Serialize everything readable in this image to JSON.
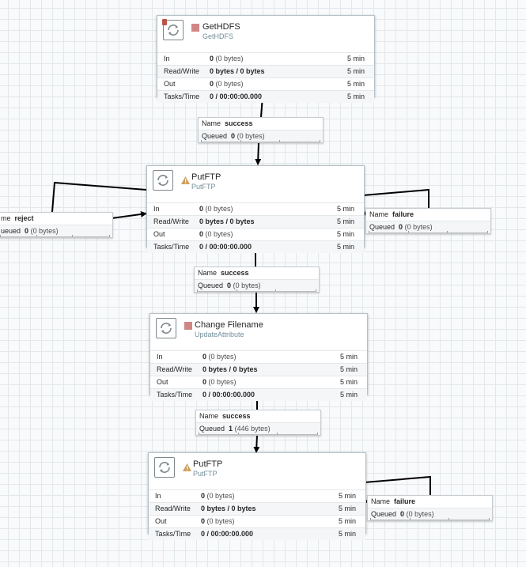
{
  "processors": [
    {
      "name": "GetHDFS",
      "type": "GetHDFS",
      "status": "stopped",
      "badge": true,
      "stats": [
        {
          "label": "In",
          "value": "0",
          "detail": "(0 bytes)",
          "window": "5 min"
        },
        {
          "label": "Read/Write",
          "value": "0 bytes / 0 bytes",
          "detail": "",
          "window": "5 min"
        },
        {
          "label": "Out",
          "value": "0",
          "detail": "(0 bytes)",
          "window": "5 min"
        },
        {
          "label": "Tasks/Time",
          "value": "0 / 00:00:00.000",
          "detail": "",
          "window": "5 min"
        }
      ]
    },
    {
      "name": "PutFTP",
      "type": "PutFTP",
      "status": "invalid",
      "badge": false,
      "stats": [
        {
          "label": "In",
          "value": "0",
          "detail": "(0 bytes)",
          "window": "5 min"
        },
        {
          "label": "Read/Write",
          "value": "0 bytes / 0 bytes",
          "detail": "",
          "window": "5 min"
        },
        {
          "label": "Out",
          "value": "0",
          "detail": "(0 bytes)",
          "window": "5 min"
        },
        {
          "label": "Tasks/Time",
          "value": "0 / 00:00:00.000",
          "detail": "",
          "window": "5 min"
        }
      ]
    },
    {
      "name": "Change Filename",
      "type": "UpdateAttribute",
      "status": "stopped",
      "badge": false,
      "stats": [
        {
          "label": "In",
          "value": "0",
          "detail": "(0 bytes)",
          "window": "5 min"
        },
        {
          "label": "Read/Write",
          "value": "0 bytes / 0 bytes",
          "detail": "",
          "window": "5 min"
        },
        {
          "label": "Out",
          "value": "0",
          "detail": "(0 bytes)",
          "window": "5 min"
        },
        {
          "label": "Tasks/Time",
          "value": "0 / 00:00:00.000",
          "detail": "",
          "window": "5 min"
        }
      ]
    },
    {
      "name": "PutFTP",
      "type": "PutFTP",
      "status": "invalid",
      "badge": false,
      "stats": [
        {
          "label": "In",
          "value": "0",
          "detail": "(0 bytes)",
          "window": "5 min"
        },
        {
          "label": "Read/Write",
          "value": "0 bytes / 0 bytes",
          "detail": "",
          "window": "5 min"
        },
        {
          "label": "Out",
          "value": "0",
          "detail": "(0 bytes)",
          "window": "5 min"
        },
        {
          "label": "Tasks/Time",
          "value": "0 / 00:00:00.000",
          "detail": "",
          "window": "5 min"
        }
      ]
    }
  ],
  "connections": [
    {
      "name_label": "Name",
      "name": "success",
      "queued_label": "Queued",
      "count": "0",
      "size": "(0 bytes)"
    },
    {
      "name_label": "Name",
      "name": "success",
      "queued_label": "Queued",
      "count": "0",
      "size": "(0 bytes)"
    },
    {
      "name_label": "Name",
      "name": "success",
      "queued_label": "Queued",
      "count": "1",
      "size": "(446 bytes)"
    },
    {
      "name_label": "me",
      "name": "reject",
      "queued_label": "ueued",
      "count": "0",
      "size": "(0 bytes)"
    },
    {
      "name_label": "Name",
      "name": "failure",
      "queued_label": "Queued",
      "count": "0",
      "size": "(0 bytes)"
    },
    {
      "name_label": "Name",
      "name": "failure",
      "queued_label": "Queued",
      "count": "0",
      "size": "(0 bytes)"
    }
  ],
  "colors": {
    "stopped": "#d18686",
    "warning": "#cf9f5d",
    "connector": "#000000",
    "processor_type": "#728e9b"
  },
  "icons": {
    "processor": "processor-refresh-icon",
    "stopped": "stop-square-icon",
    "invalid": "warning-triangle-icon"
  }
}
